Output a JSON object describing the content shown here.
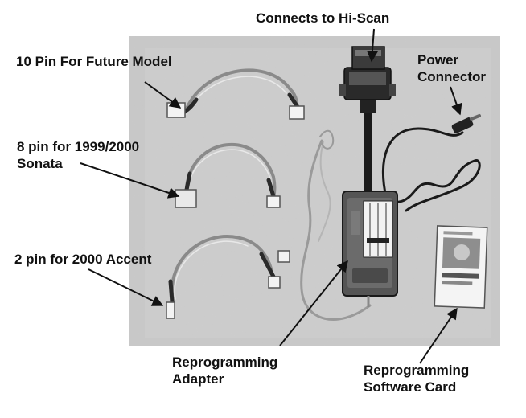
{
  "labels": {
    "hiscan": "Connects to Hi-Scan",
    "ten_pin": "10 Pin For Future Model",
    "power_line1": "Power",
    "power_line2": "Connector",
    "eight_pin_line1": "8 pin for 1999/2000",
    "eight_pin_line2": "Sonata",
    "two_pin": "2 pin for 2000 Accent",
    "adapter_line1": "Reprogramming",
    "adapter_line2": "Adapter",
    "card_line1": "Reprogramming",
    "card_line2": "Software Card"
  }
}
